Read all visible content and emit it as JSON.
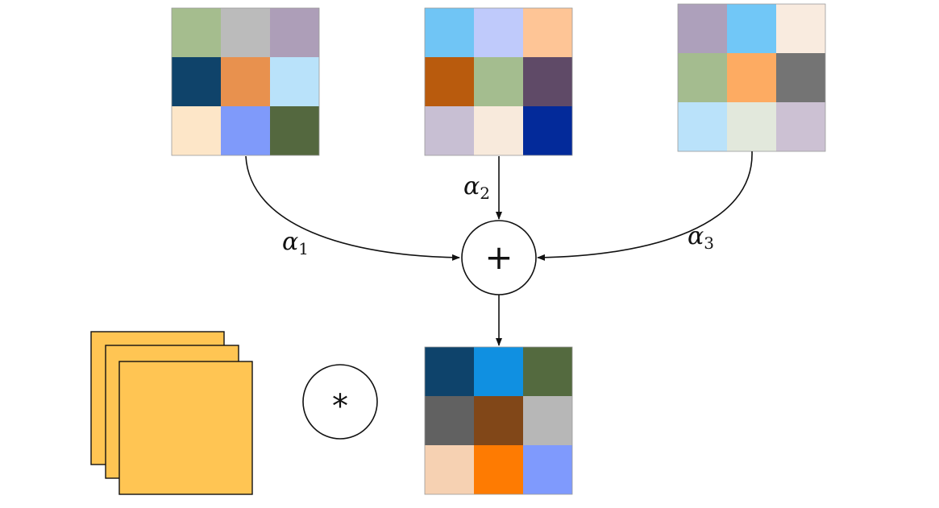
{
  "kernels": [
    {
      "id": "kernel-1",
      "colors": [
        "#a5bd8e",
        "#bbbbbb",
        "#ad9eb8",
        "#0f436a",
        "#e8914e",
        "#b9e2fa",
        "#fde6c8",
        "#7f9afa",
        "#54683f"
      ]
    },
    {
      "id": "kernel-2",
      "colors": [
        "#70c5f5",
        "#bfcafb",
        "#fec596",
        "#b95b0d",
        "#a4bd8f",
        "#5f4a67",
        "#c8bfd3",
        "#f8eadc",
        "#032a9a"
      ]
    },
    {
      "id": "kernel-3",
      "colors": [
        "#ada0bb",
        "#71c7f7",
        "#f9ebdf",
        "#a4bc8f",
        "#fdab62",
        "#747474",
        "#bae2fa",
        "#e2e8dc",
        "#ccc1d3"
      ]
    }
  ],
  "output_kernel": {
    "colors": [
      "#0e436b",
      "#1090e1",
      "#546a3f",
      "#616161",
      "#814718",
      "#b7b7b7",
      "#f6d1b2",
      "#fe7b02",
      "#7f9afd"
    ]
  },
  "weights": [
    {
      "base": "α",
      "sub": "1"
    },
    {
      "base": "α",
      "sub": "2"
    },
    {
      "base": "α",
      "sub": "3"
    }
  ],
  "sum_operator": "+",
  "conv_operator": "*",
  "feature_map_color": "#ffc553",
  "line_color": "#111111"
}
